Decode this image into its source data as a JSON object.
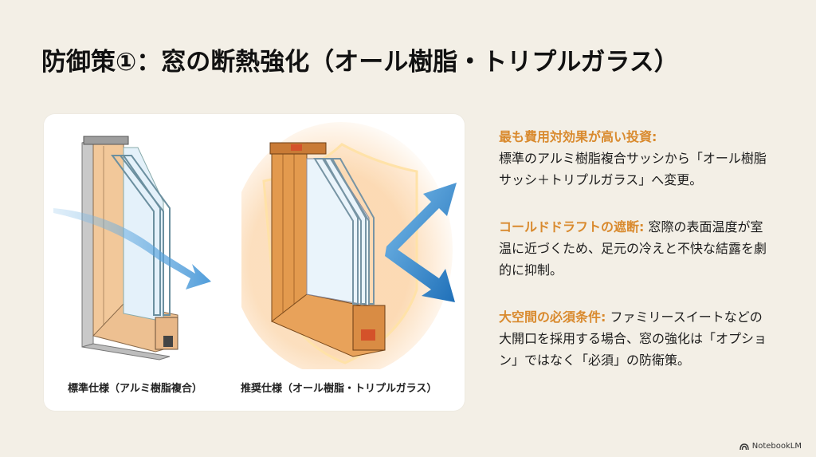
{
  "slide": {
    "title": "防御策①：窓の断熱強化（オール樹脂・トリプルガラス）",
    "accent_color": "#D98A2E",
    "background_color": "#F3EFE6"
  },
  "illustration": {
    "standard": {
      "caption": "標準仕様（アルミ樹脂複合）",
      "icon": "double-glazed-aluminum-resin-window-with-cold-air-arrow"
    },
    "recommended": {
      "caption": "推奨仕様（オール樹脂・トリプルガラス）",
      "icon": "triple-glazed-resin-window-with-shield-and-deflected-arrow"
    }
  },
  "points": [
    {
      "heading": "最も費用対効果が高い投資:",
      "body": "標準のアルミ樹脂複合サッシから「オール樹脂サッシ＋トリプルガラス」へ変更。"
    },
    {
      "heading": "コールドドラフトの遮断:",
      "body": " 窓際の表面温度が室温に近づくため、足元の冷えと不快な結露を劇的に抑制。"
    },
    {
      "heading": "大空間の必須条件:",
      "body": " ファミリースイートなどの大開口を採用する場合、窓の強化は「オプション」ではなく「必須」の防衛策。"
    }
  ],
  "branding": {
    "label": "NotebookLM",
    "icon": "notebooklm-logo-icon"
  }
}
